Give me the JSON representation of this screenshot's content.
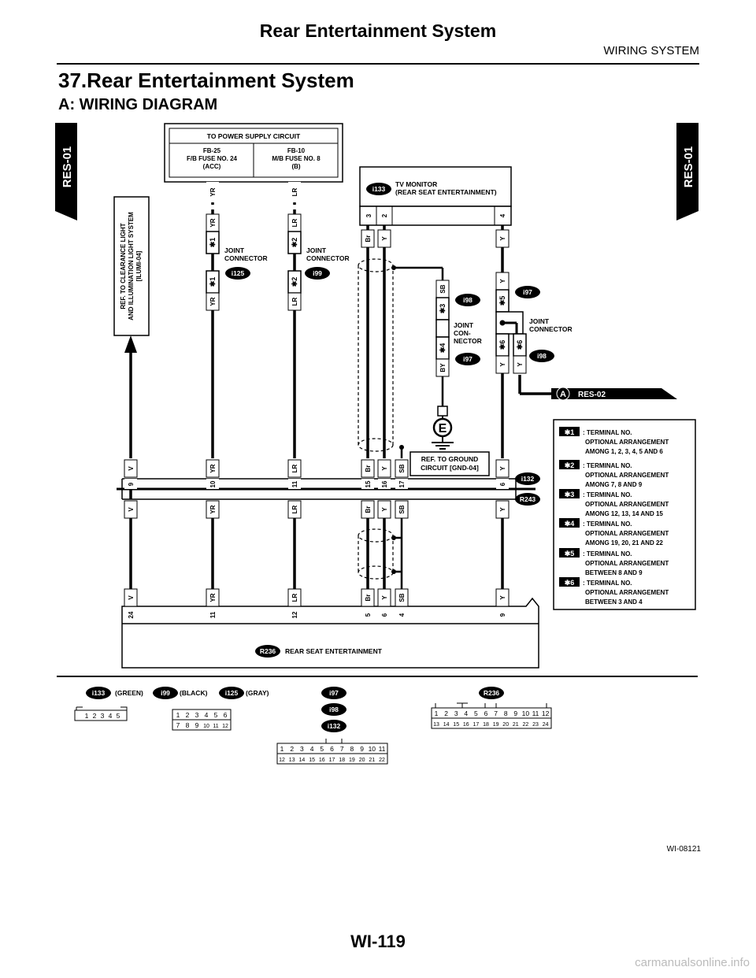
{
  "header": {
    "title": "Rear Entertainment System",
    "section": "WIRING SYSTEM"
  },
  "heading": {
    "title": "37.Rear Entertainment System",
    "subtitle": "A:  WIRING DIAGRAM"
  },
  "tabs": {
    "left": "RES-01",
    "right": "RES-01"
  },
  "power": {
    "title": "TO POWER SUPPLY CIRCUIT",
    "fuse1_l1": "FB-25",
    "fuse1_l2": "F/B FUSE NO. 24",
    "fuse1_l3": "(ACC)",
    "fuse2_l1": "FB-10",
    "fuse2_l2": "M/B FUSE NO. 8",
    "fuse2_l3": "(B)"
  },
  "monitor": {
    "code": "i133",
    "name_l1": "TV MONITOR",
    "name_l2": "(REAR SEAT ENTERTAINMENT)",
    "pins": [
      "3",
      "2",
      "4"
    ]
  },
  "ref_clearance": {
    "l1": "REF. TO CLEARANCE LIGHT",
    "l2": "AND ILLUMINATION LIGHT SYSTEM",
    "l3": "[ILUMI-04]"
  },
  "wires": {
    "v": "V",
    "yr": "YR",
    "lr": "LR",
    "br": "Br",
    "y": "Y",
    "sb": "SB",
    "by": "BY"
  },
  "jc1": {
    "l1": "JOINT",
    "l2": "CONNECTOR",
    "code": "i125",
    "star": "✱1"
  },
  "jc2": {
    "l1": "JOINT",
    "l2": "CONNECTOR",
    "code": "i99",
    "star": "✱2"
  },
  "jc3": {
    "l1": "JOINT",
    "l2": "CON-",
    "l3": "NECTOR",
    "code_top": "i98",
    "code_bot": "i97",
    "star_top": "✱3",
    "star_bot": "✱4"
  },
  "jc4": {
    "l1": "JOINT",
    "l2": "CONNECTOR",
    "code_top": "i97",
    "code_bot": "i98",
    "star_top": "✱5",
    "star_bot": "✱6"
  },
  "ground": {
    "symbol": "E",
    "ref_l1": "REF. TO GROUND",
    "ref_l2": "CIRCUIT [GND-04]"
  },
  "link": {
    "letter": "A",
    "label": "RES-02"
  },
  "mid_connector": {
    "codes": [
      "i132",
      "R243"
    ],
    "pins": [
      "9",
      "10",
      "11",
      "15",
      "16",
      "17",
      "6"
    ]
  },
  "res_unit": {
    "code": "R236",
    "name": "REAR SEAT ENTERTAINMENT",
    "pins": [
      "24",
      "11",
      "12",
      "5",
      "6",
      "4",
      "9"
    ]
  },
  "legend": [
    {
      "star": "✱1",
      "l1": ": TERMINAL NO.",
      "l2": "OPTIONAL ARRANGEMENT",
      "l3": "AMONG 1, 2, 3, 4, 5  AND 6"
    },
    {
      "star": "✱2",
      "l1": ": TERMINAL NO.",
      "l2": "OPTIONAL ARRANGEMENT",
      "l3": "AMONG 7, 8 AND 9"
    },
    {
      "star": "✱3",
      "l1": ": TERMINAL NO.",
      "l2": "OPTIONAL ARRANGEMENT",
      "l3": "AMONG 12, 13, 14 AND 15"
    },
    {
      "star": "✱4",
      "l1": ": TERMINAL NO.",
      "l2": "OPTIONAL ARRANGEMENT",
      "l3": "AMONG 19, 20, 21 AND 22"
    },
    {
      "star": "✱5",
      "l1": ": TERMINAL NO.",
      "l2": "OPTIONAL ARRANGEMENT",
      "l3": "BETWEEN 8 AND 9"
    },
    {
      "star": "✱6",
      "l1": ": TERMINAL NO.",
      "l2": "OPTIONAL ARRANGEMENT",
      "l3": "BETWEEN 3 AND 4"
    }
  ],
  "conn_views": {
    "i133": {
      "code": "i133",
      "color": "(GREEN)",
      "row1": [
        "1",
        "2",
        "3",
        "4",
        "5"
      ]
    },
    "i99": {
      "code": "i99",
      "color": "(BLACK)",
      "row1": [
        "1",
        "2",
        "3",
        "4",
        "5",
        "6"
      ],
      "row2": [
        "7",
        "8",
        "9",
        "10",
        "11",
        "12"
      ]
    },
    "i125": {
      "code": "i125",
      "color": "(GRAY)"
    },
    "mid": {
      "codes": [
        "i97",
        "i98",
        "i132"
      ],
      "row1": [
        "1",
        "2",
        "3",
        "4",
        "5",
        "6",
        "7",
        "8",
        "9",
        "10",
        "11"
      ],
      "row2": [
        "12",
        "13",
        "14",
        "15",
        "16",
        "17",
        "18",
        "19",
        "20",
        "21",
        "22"
      ]
    },
    "r236": {
      "code": "R236",
      "row1": [
        "1",
        "2",
        "3",
        "4",
        "5",
        "6",
        "7",
        "8",
        "9",
        "10",
        "11",
        "12"
      ],
      "row2": [
        "13",
        "14",
        "15",
        "16",
        "17",
        "18",
        "19",
        "20",
        "21",
        "22",
        "23",
        "24"
      ]
    }
  },
  "figure_id": "WI-08121",
  "page": "WI-119",
  "footer": "carmanualsonline.info"
}
